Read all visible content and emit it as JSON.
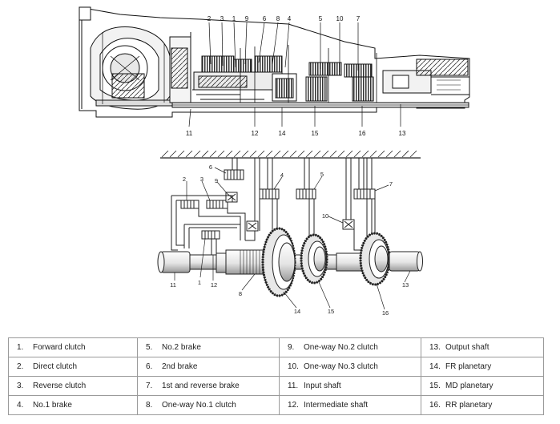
{
  "cross_section": {
    "top_labels": [
      "2",
      "3",
      "1",
      "9",
      "6",
      "8",
      "4",
      "5",
      "10",
      "7"
    ],
    "bottom_labels": [
      "11",
      "12",
      "14",
      "15",
      "16",
      "13"
    ]
  },
  "schematic": {
    "labels": [
      "6",
      "4",
      "5",
      "7",
      "9",
      "2",
      "3",
      "10",
      "1",
      "11",
      "12",
      "8",
      "14",
      "15",
      "16",
      "13"
    ]
  },
  "legend": {
    "rows": [
      [
        {
          "num": "1.",
          "label": "Forward clutch"
        },
        {
          "num": "5.",
          "label": "No.2 brake"
        },
        {
          "num": "9.",
          "label": "One-way No.2 clutch"
        },
        {
          "num": "13.",
          "label": "Output shaft"
        }
      ],
      [
        {
          "num": "2.",
          "label": "Direct clutch"
        },
        {
          "num": "6.",
          "label": "2nd brake"
        },
        {
          "num": "10.",
          "label": "One-way No.3 clutch"
        },
        {
          "num": "14.",
          "label": "FR planetary"
        }
      ],
      [
        {
          "num": "3.",
          "label": "Reverse clutch"
        },
        {
          "num": "7.",
          "label": "1st and reverse brake"
        },
        {
          "num": "11.",
          "label": "Input shaft"
        },
        {
          "num": "15.",
          "label": "MD planetary"
        }
      ],
      [
        {
          "num": "4.",
          "label": "No.1 brake"
        },
        {
          "num": "8.",
          "label": "One-way No.1 clutch"
        },
        {
          "num": "12.",
          "label": "Intermediate shaft"
        },
        {
          "num": "16.",
          "label": "RR planetary"
        }
      ]
    ]
  }
}
